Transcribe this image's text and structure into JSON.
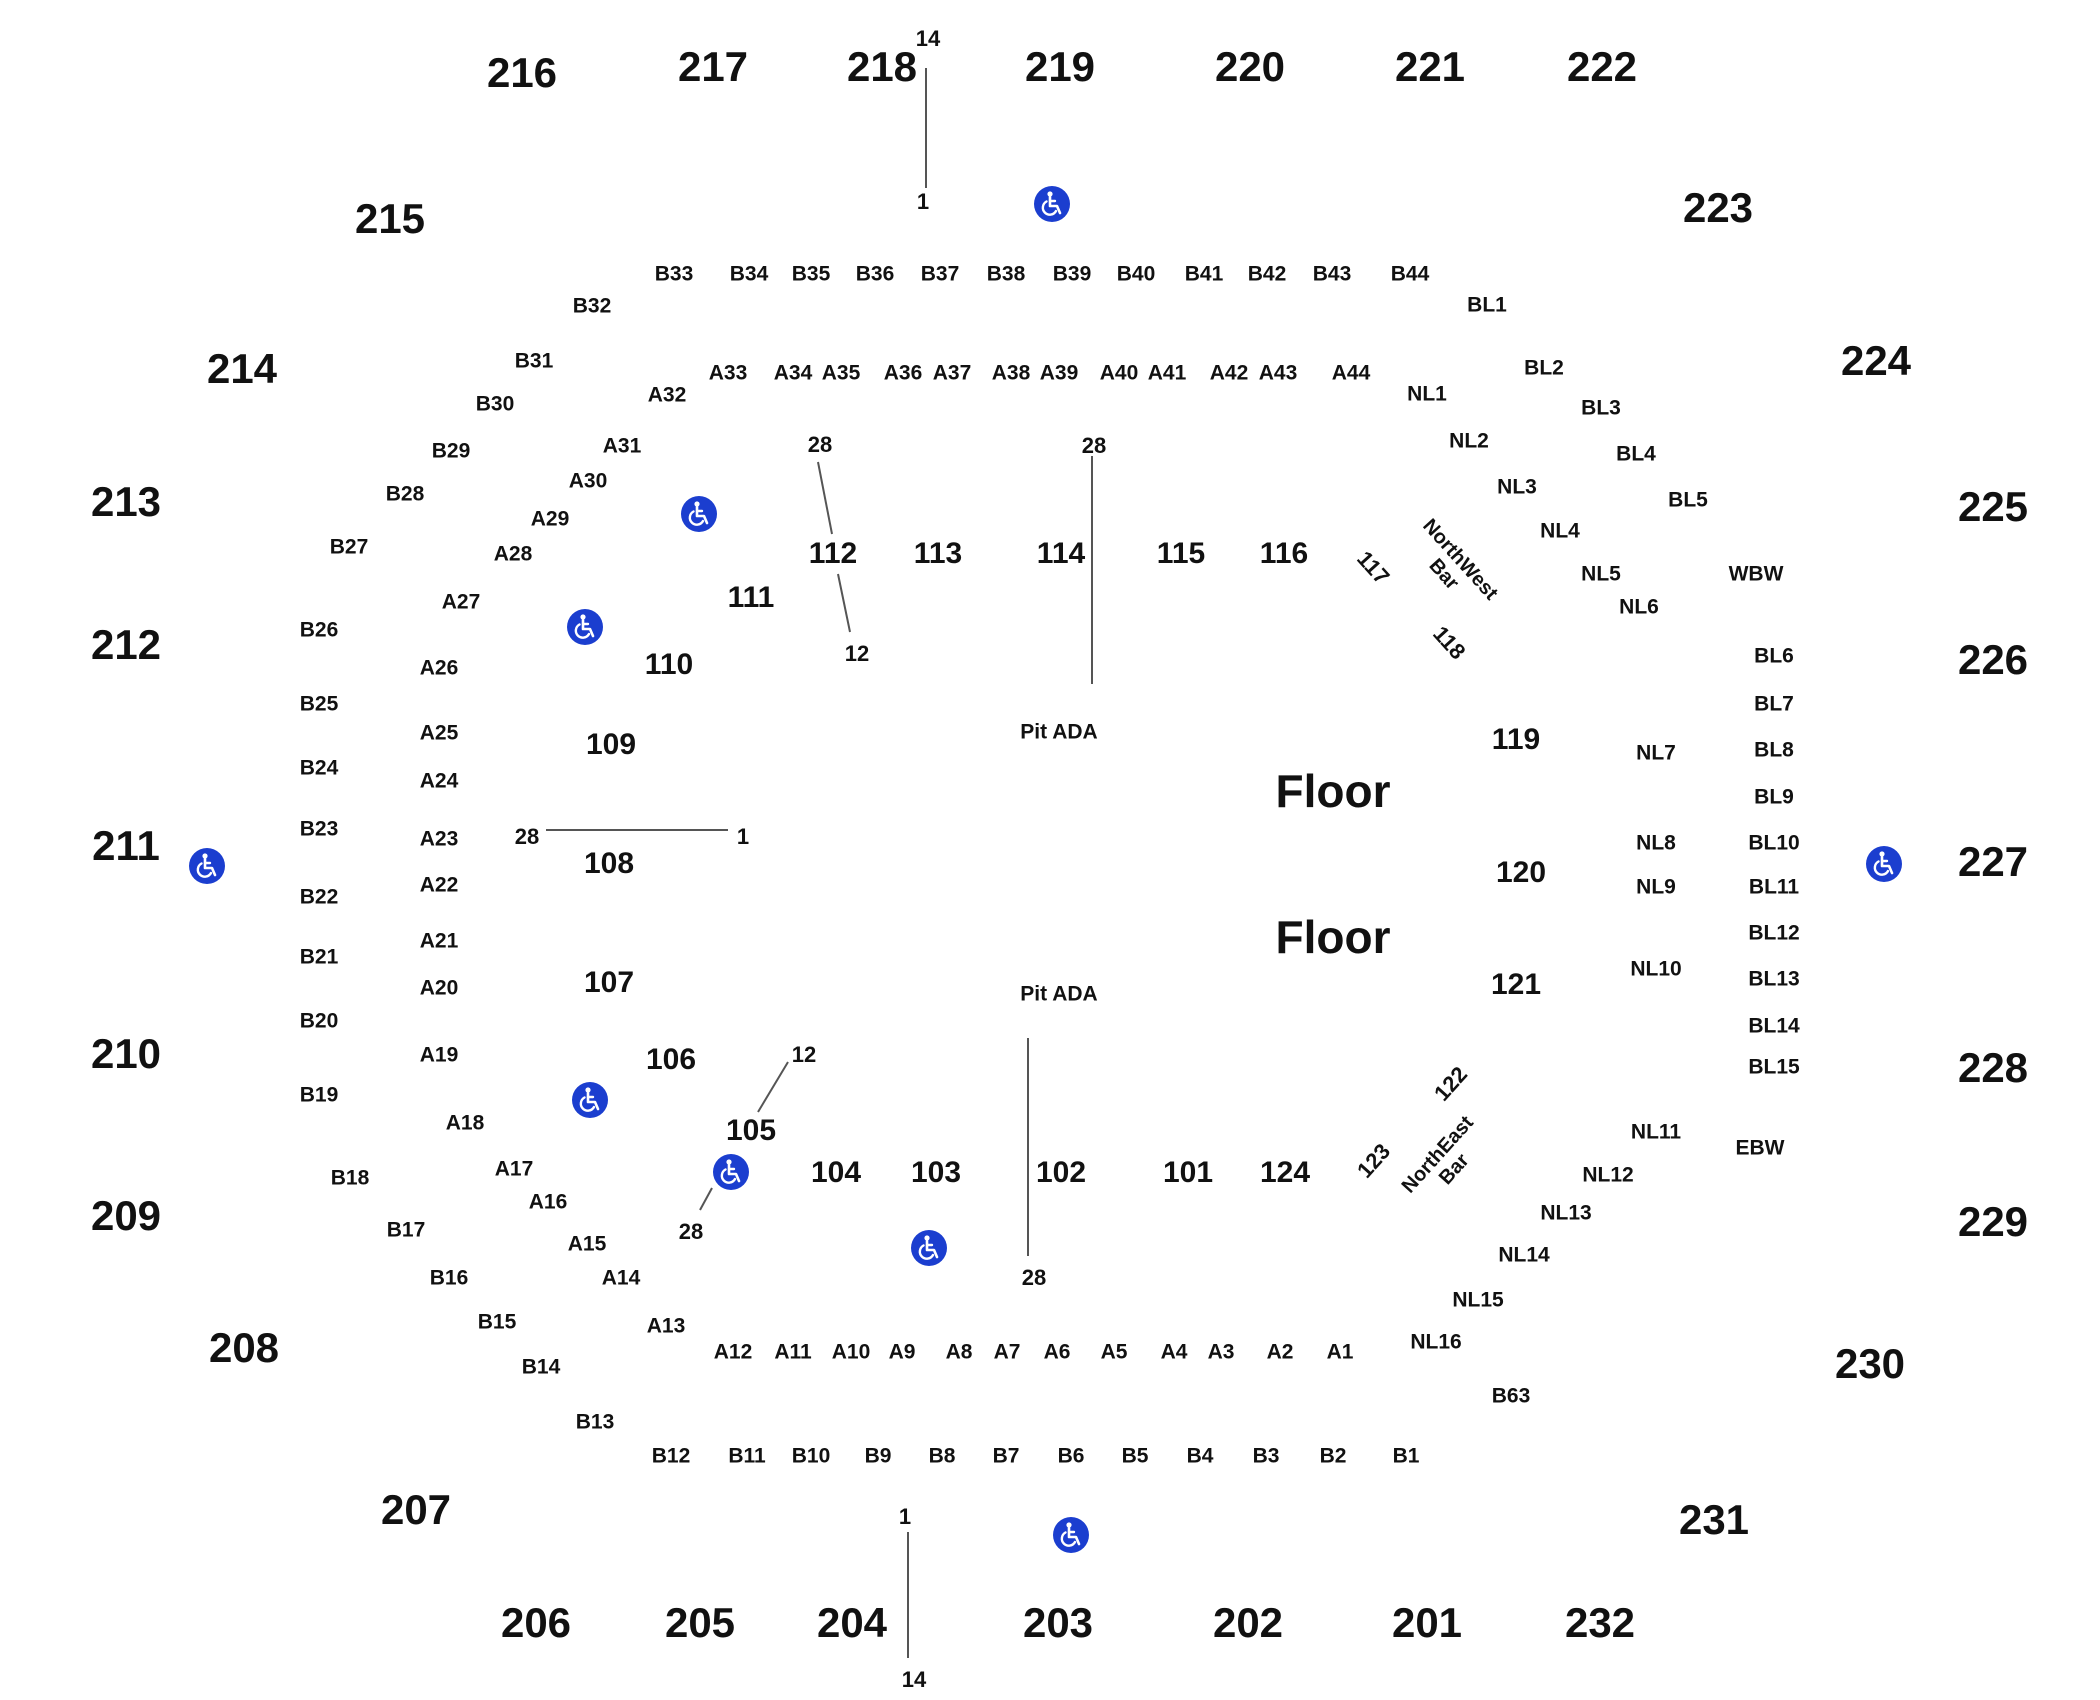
{
  "colors": {
    "accessibility": "#1b3ecf",
    "text": "#111111",
    "rowline": "#555555"
  },
  "sections_200": [
    "201",
    "202",
    "203",
    "204",
    "205",
    "206",
    "207",
    "208",
    "209",
    "210",
    "211",
    "212",
    "213",
    "214",
    "215",
    "216",
    "217",
    "218",
    "219",
    "220",
    "221",
    "222",
    "223",
    "224",
    "225",
    "226",
    "227",
    "228",
    "229",
    "230",
    "231",
    "232"
  ],
  "sections_100": [
    "101",
    "102",
    "103",
    "104",
    "105",
    "106",
    "107",
    "108",
    "109",
    "110",
    "111",
    "112",
    "113",
    "114",
    "115",
    "116",
    "117",
    "118",
    "119",
    "120",
    "121",
    "122",
    "123",
    "124"
  ],
  "rows_a": [
    "A1",
    "A2",
    "A3",
    "A4",
    "A5",
    "A6",
    "A7",
    "A8",
    "A9",
    "A10",
    "A11",
    "A12",
    "A13",
    "A14",
    "A15",
    "A16",
    "A17",
    "A18",
    "A19",
    "A20",
    "A21",
    "A22",
    "A23",
    "A24",
    "A25",
    "A26",
    "A27",
    "A28",
    "A29",
    "A30",
    "A31",
    "A32",
    "A33",
    "A34",
    "A35",
    "A36",
    "A37",
    "A38",
    "A39",
    "A40",
    "A41",
    "A42",
    "A43",
    "A44"
  ],
  "rows_b": [
    "B1",
    "B2",
    "B3",
    "B4",
    "B5",
    "B6",
    "B7",
    "B8",
    "B9",
    "B10",
    "B11",
    "B12",
    "B13",
    "B14",
    "B15",
    "B16",
    "B17",
    "B18",
    "B19",
    "B20",
    "B21",
    "B22",
    "B23",
    "B24",
    "B25",
    "B26",
    "B27",
    "B28",
    "B29",
    "B30",
    "B31",
    "B32",
    "B33",
    "B34",
    "B35",
    "B36",
    "B37",
    "B38",
    "B39",
    "B40",
    "B41",
    "B42",
    "B43",
    "B44",
    "B63"
  ],
  "rows_bl": [
    "BL1",
    "BL2",
    "BL3",
    "BL4",
    "BL5",
    "BL6",
    "BL7",
    "BL8",
    "BL9",
    "BL10",
    "BL11",
    "BL12",
    "BL13",
    "BL14",
    "BL15"
  ],
  "rows_nl": [
    "NL1",
    "NL2",
    "NL3",
    "NL4",
    "NL5",
    "NL6",
    "NL7",
    "NL8",
    "NL9",
    "NL10",
    "NL11",
    "NL12",
    "NL13",
    "NL14",
    "NL15",
    "NL16"
  ],
  "boxes": [
    "WBW",
    "EBW"
  ],
  "floor_labels": [
    "Floor",
    "Floor"
  ],
  "pit_labels": [
    "Pit ADA",
    "Pit ADA"
  ],
  "bars": [
    "NorthWest\nBar",
    "NorthEast\nBar"
  ],
  "row_numbers": [
    "14",
    "1",
    "28",
    "12",
    "28",
    "28",
    "1",
    "12",
    "28",
    "28",
    "1",
    "14"
  ]
}
